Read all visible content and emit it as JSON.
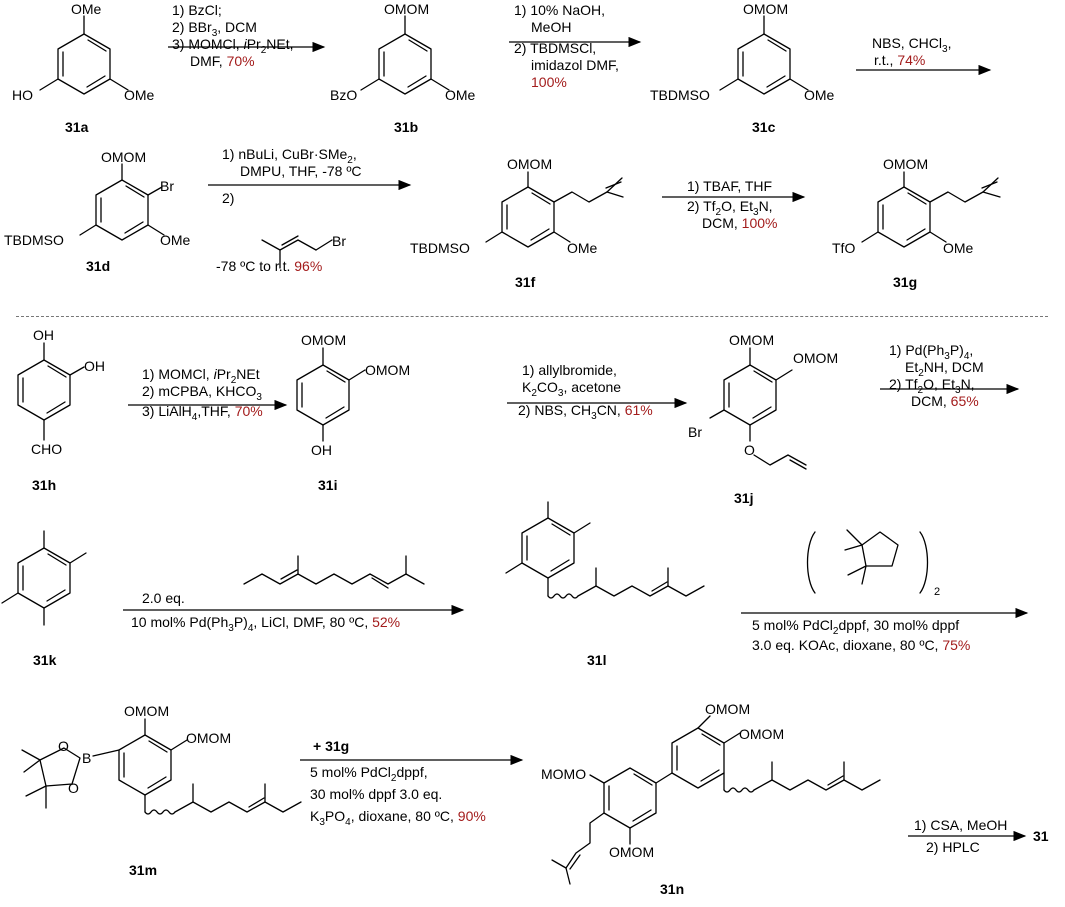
{
  "compounds": {
    "c31a": "31a",
    "c31b": "31b",
    "c31c": "31c",
    "c31d": "31d",
    "c31f": "31f",
    "c31g": "31g",
    "c31h": "31h",
    "c31i": "31i",
    "c31j": "31j",
    "c31k": "31k",
    "c31l": "31l",
    "c31m": "31m",
    "c31n": "31n",
    "c31": "31"
  },
  "atoms": {
    "ome": "OMe",
    "omom": "OMOM",
    "ho": "HO",
    "oh": "OH",
    "bzo": "BzO",
    "tbdmso": "TBDMSO",
    "br": "Br",
    "tfo": "TfO",
    "cho": "CHO",
    "momo": "MOMO",
    "b": "B",
    "o": "O"
  },
  "conditions": {
    "s1": {
      "l1": "1) BzCl;",
      "l2": "2) BBr",
      "l2_sub": "3",
      "l2_tail": ", DCM",
      "l3": "3) MOMCl, ",
      "l3_i": "i",
      "l3_tail": "Pr",
      "l3_sub": "2",
      "l3_end": "NEt,",
      "l4": "DMF, ",
      "y": "70%"
    },
    "s2": {
      "l1": "1) 10% NaOH,",
      "l2": "MeOH",
      "l3": "2) TBDMSCl,",
      "l4": "imidazol DMF,",
      "y": "100%"
    },
    "s3": {
      "l1": "NBS, CHCl",
      "l1_sub": "3",
      "l1_tail": ",",
      "l2": "r.t., ",
      "y": "74%"
    },
    "s4": {
      "l1": "1) nBuLi, CuBr·SMe",
      "l1_sub": "2",
      "l1_tail": ",",
      "l2": "DMPU, THF, -78 ºC",
      "l3": "2)",
      "l4": "-78 ºC to r.t. ",
      "y": "96%"
    },
    "s5": {
      "l1": "1) TBAF, THF",
      "l2": "2) Tf",
      "l2_sub": "2",
      "l2_mid": "O, Et",
      "l2_sub2": "3",
      "l2_tail": "N,",
      "l3": "DCM, ",
      "y": "100%"
    },
    "s6": {
      "l1": "1) MOMCl, ",
      "l1_i": "i",
      "l1_tail": "Pr",
      "l1_sub": "2",
      "l1_end": "NEt",
      "l2": "2) mCPBA, KHCO",
      "l2_sub": "3",
      "l3": "3) LiAlH",
      "l3_sub": "4",
      "l3_tail": ",THF, ",
      "y": "70%"
    },
    "s7": {
      "l1": "1) allylbromide,",
      "l2": "K",
      "l2_sub": "2",
      "l2_mid": "CO",
      "l2_sub2": "3",
      "l2_tail": ", acetone",
      "l3": "2) NBS, CH",
      "l3_sub": "3",
      "l3_tail": "CN, ",
      "y": "61%"
    },
    "s8": {
      "l1": "1) Pd(Ph",
      "l1_sub": "3",
      "l1_tail": "P)",
      "l1_sub2": "4",
      "l1_end": ",",
      "l2": "Et",
      "l2_sub": "2",
      "l2_tail": "NH, DCM",
      "l3": "2) Tf",
      "l3_sub": "2",
      "l3_mid": "O, Et",
      "l3_sub2": "3",
      "l3_tail": "N,",
      "l4": "DCM, ",
      "y": "65%"
    },
    "s9": {
      "l1": "2.0 eq.",
      "l2": "10 mol% Pd(Ph",
      "l2_sub": "3",
      "l2_tail": "P)",
      "l2_sub2": "4",
      "l2_end": ", LiCl, DMF, 80 ºC, ",
      "y": "52%"
    },
    "s10": {
      "l1": "5 mol% PdCl",
      "l1_sub": "2",
      "l1_tail": "dppf, 30 mol% dppf",
      "l2": "3.0 eq. KOAc, dioxane, 80 ºC, ",
      "y": "75%",
      "paren_sub": "2"
    },
    "s11": {
      "l0": "+ 31g",
      "l1": "5 mol% PdCl",
      "l1_sub": "2",
      "l1_tail": "dppf,",
      "l2": "30 mol% dppf 3.0 eq.",
      "l3": "K",
      "l3_sub": "3",
      "l3_mid": "PO",
      "l3_sub2": "4",
      "l3_tail": ", dioxane, 80 ºC, ",
      "y": "90%"
    },
    "s12": {
      "l1": "1) CSA, MeOH",
      "l2": "2) HPLC"
    }
  },
  "colors": {
    "yield": "#a31c1c",
    "divider": "#777777",
    "ink": "#000000"
  }
}
